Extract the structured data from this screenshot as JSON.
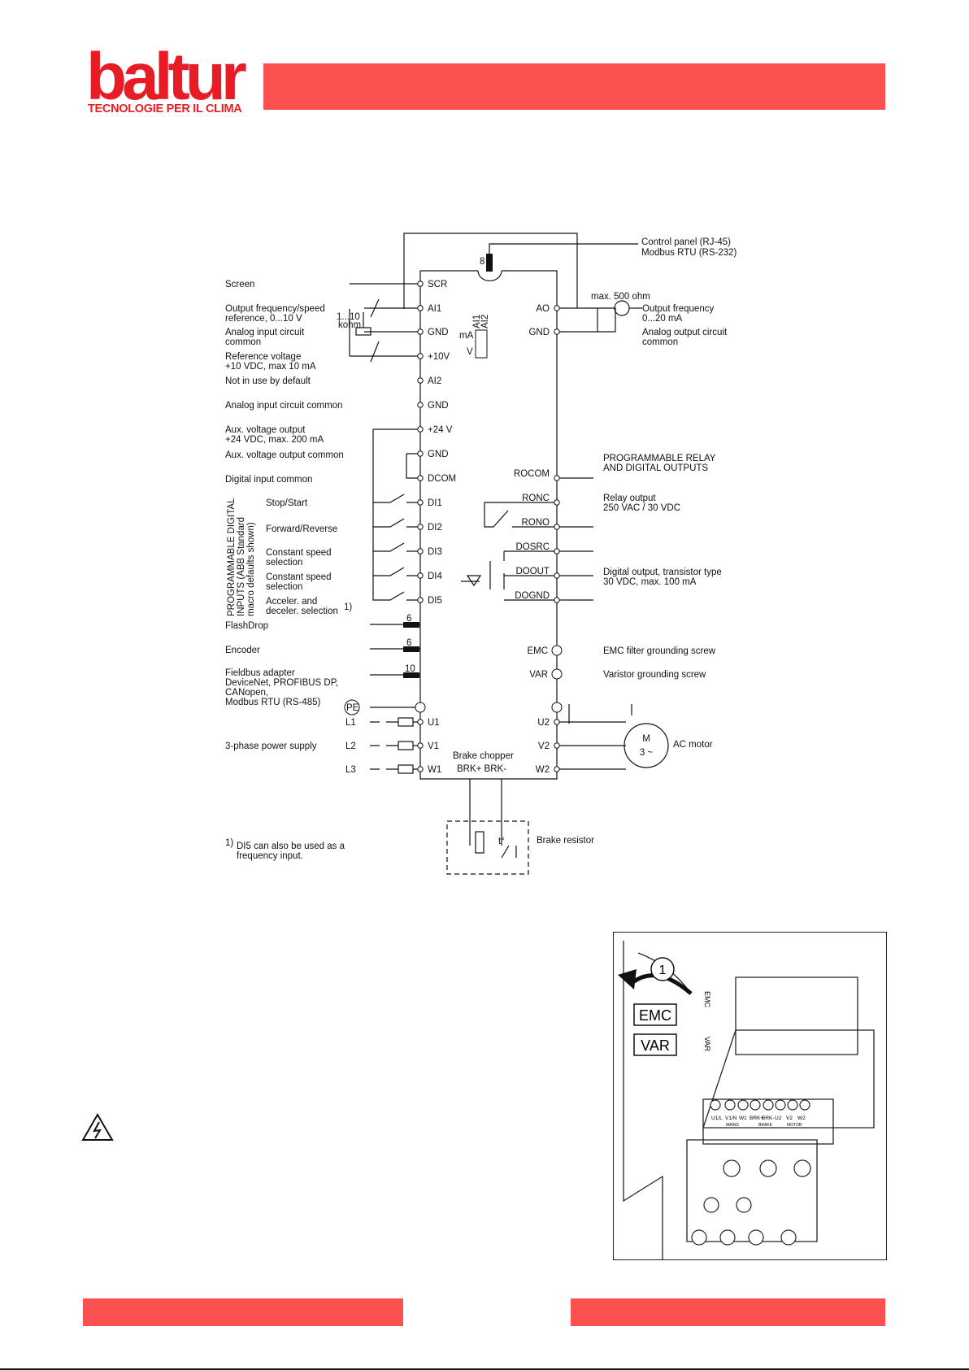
{
  "brand": {
    "name": "baltur",
    "tagline": "TECNOLOGIE PER IL CLIMA",
    "color": "#e81c24",
    "bar_color": "#fd5050"
  },
  "diagram": {
    "top_note": [
      "Control panel (RJ-45)",
      "Modbus RTU (RS-232)"
    ],
    "connector_counts": {
      "panel": "8",
      "flashdrop": "6",
      "encoder": "6",
      "fieldbus": "10"
    },
    "left_terminals": [
      "SCR",
      "AI1",
      "GND",
      "+10V",
      "AI2",
      "GND",
      "+24 V",
      "GND",
      "DCOM",
      "DI1",
      "DI2",
      "DI3",
      "DI4",
      "DI5"
    ],
    "right_terminals": [
      "AO",
      "GND",
      "ROCOM",
      "RONC",
      "RONO",
      "DOSRC",
      "DOOUT",
      "DOGND",
      "EMC",
      "VAR"
    ],
    "power_in": [
      "U1",
      "V1",
      "W1"
    ],
    "power_in_lines": [
      "L1",
      "L2",
      "L3"
    ],
    "power_out": [
      "U2",
      "V2",
      "W2"
    ],
    "pe_label": "PE",
    "pot_label": [
      "1...10",
      "kohm"
    ],
    "jumper": {
      "ma": "mA",
      "v": "V",
      "ai1": "AI1",
      "ai2": "AI2"
    },
    "left_labels": {
      "screen": "Screen",
      "ai1": [
        "Output frequency/speed",
        "reference, 0...10 V"
      ],
      "gnd1": [
        "Analog input circuit",
        "common"
      ],
      "ref": [
        "Reference voltage",
        "+10 VDC, max 10 mA"
      ],
      "ai2": "Not in use by default",
      "gnd2": "Analog input circuit common",
      "aux": [
        "Aux. voltage output",
        "+24 VDC, max. 200 mA"
      ],
      "auxcom": "Aux. voltage output common",
      "dcom": "Digital input common",
      "di_group": [
        "PROGRAMMABLE DIGITAL",
        "INPUTS (ABB Standard",
        "macro defaults shown)"
      ],
      "di1": "Stop/Start",
      "di2": "Forward/Reverse",
      "di3": [
        "Constant speed",
        "selection"
      ],
      "di4": [
        "Constant speed",
        "selection"
      ],
      "di5": [
        "Acceler. and",
        "deceler. selection"
      ],
      "di5_note_mark": "1)",
      "flashdrop": "FlashDrop",
      "encoder": "Encoder",
      "fieldbus": [
        "Fieldbus adapter",
        "DeviceNet, PROFIBUS DP,",
        "CANopen,",
        "Modbus RTU (RS-485)"
      ],
      "supply": "3-phase power supply"
    },
    "right_labels": {
      "ao_load": "max. 500 ohm",
      "ao": [
        "Output frequency",
        "0...20 mA"
      ],
      "ao_gnd": [
        "Analog output circuit",
        "common"
      ],
      "relay_group": [
        "PROGRAMMABLE RELAY",
        "AND DIGITAL OUTPUTS"
      ],
      "relay": [
        "Relay output",
        "250 VAC / 30 VDC"
      ],
      "dout": [
        "Digital output, transistor type",
        "30 VDC, max. 100 mA"
      ],
      "emc": "EMC filter grounding screw",
      "var": "Varistor grounding screw",
      "motor": "AC motor",
      "motor_symbol": [
        "M",
        "3 ~"
      ]
    },
    "brake": {
      "chopper": "Brake chopper",
      "terminals": "BRK+  BRK-",
      "resistor": "Brake resistor",
      "temp": "t°"
    },
    "footnote": {
      "mark": "1)",
      "lines": [
        "DI5 can also be used as a",
        "frequency input."
      ]
    }
  },
  "photo": {
    "step": "1",
    "labels": [
      "EMC",
      "VAR"
    ],
    "side_labels": [
      "EMC",
      "VAR"
    ],
    "terminal_labels": [
      "U1/L",
      "V1/N",
      "W1",
      "BRK+",
      "BRK-",
      "U2",
      "V2",
      "W2"
    ],
    "group_labels": [
      "MAINS",
      "BRAKE",
      "MOTOR"
    ]
  },
  "icons": {
    "warning": "electrical-hazard-icon"
  }
}
